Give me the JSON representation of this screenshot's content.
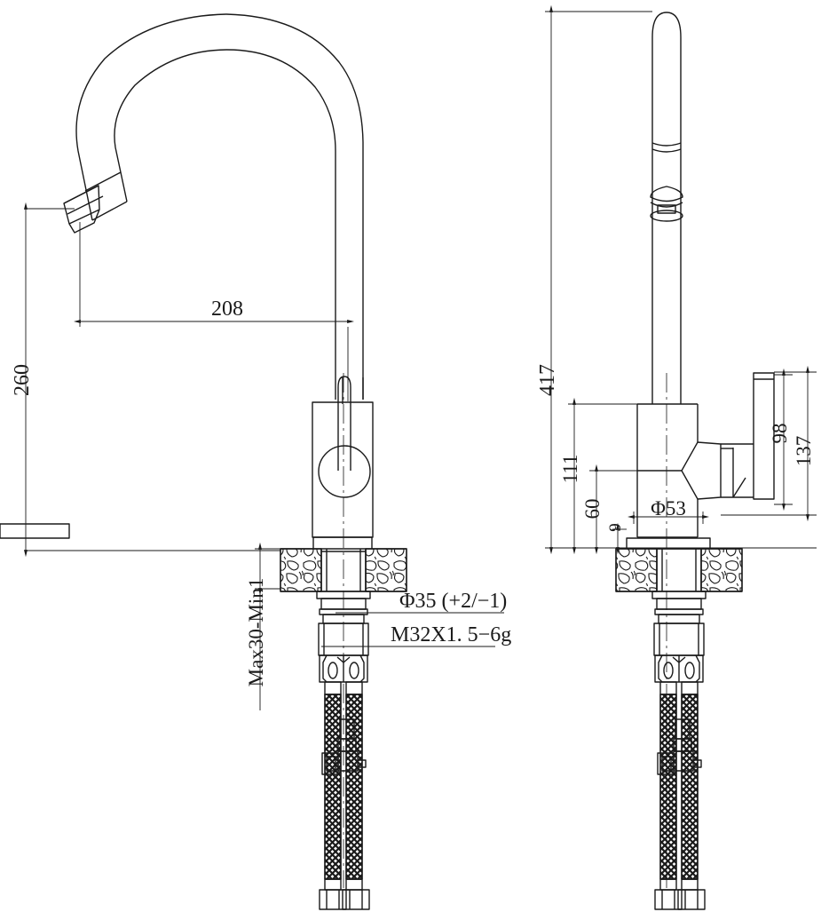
{
  "drawing": {
    "title": "Kitchen Faucet Dimensional Drawing",
    "type": "mechanical-engineering-drawing",
    "line_color": "#1a1a1a",
    "background": "#ffffff",
    "views": [
      {
        "name": "front-elevation",
        "position": "left"
      },
      {
        "name": "side-elevation",
        "position": "right"
      }
    ]
  },
  "front_view": {
    "dimensions": {
      "spout_reach": "208",
      "spout_height": "260",
      "mounting_thickness": "Max30-Min1",
      "hole_diameter": "Φ35 (+2/−1)",
      "thread_spec": "M32X1. 5−6g"
    }
  },
  "side_view": {
    "dimensions": {
      "overall_height": "417",
      "body_height": "111",
      "handle_height": "98",
      "handle_total": "137",
      "spout_base_height": "60",
      "base_plate_height": "9",
      "base_diameter": "Φ53"
    }
  },
  "labels": {
    "d208": "208",
    "d260": "260",
    "d417": "417",
    "d111": "111",
    "d98": "98",
    "d137": "137",
    "d60": "60",
    "d9": "9",
    "d53": "Φ53",
    "d35": "Φ35 (+2/−1)",
    "thread": "M32X1. 5−6g",
    "maxmin": "Max30-Min1"
  }
}
